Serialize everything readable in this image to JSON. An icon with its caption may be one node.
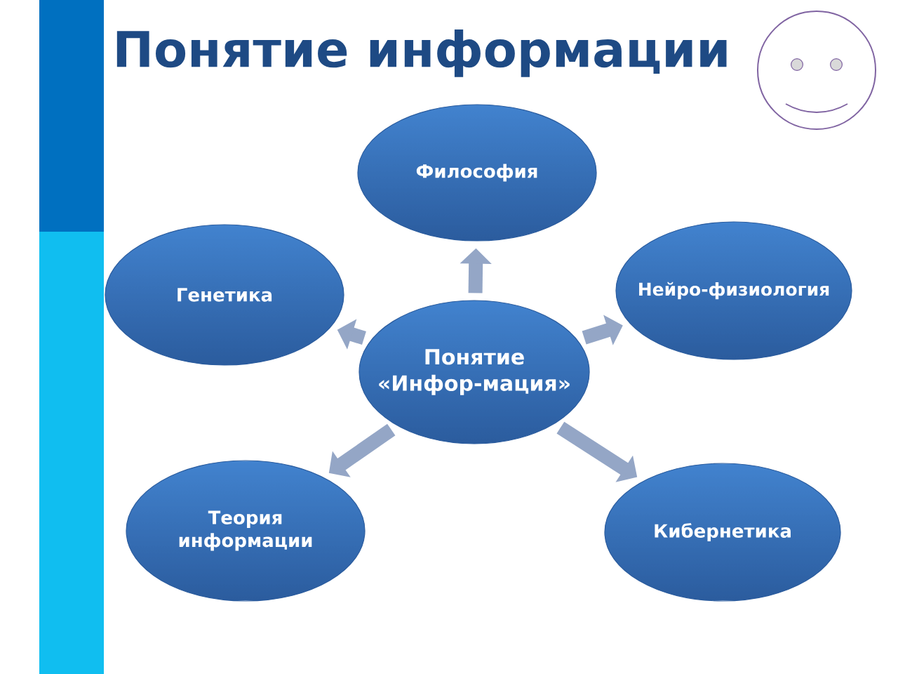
{
  "diagram": {
    "title": "Понятие информации",
    "nodes": [
      {
        "text": [
          "Философия"
        ]
      },
      {
        "text": [
          "Генетика"
        ]
      },
      {
        "text": [
          "Нейро-физиология"
        ]
      },
      {
        "text": [
          "Понятие «Инфор-мация»"
        ]
      },
      {
        "text": [
          "Теория информации"
        ]
      },
      {
        "text": [
          "Кибернетика"
        ]
      }
    ],
    "edges": [
      {
        "from": 3,
        "to": 0,
        "arrow": "to"
      },
      {
        "from": 3,
        "to": 1,
        "arrow": "to"
      },
      {
        "from": 3,
        "to": 2,
        "arrow": "to"
      },
      {
        "from": 3,
        "to": 4,
        "arrow": "to"
      },
      {
        "from": 3,
        "to": 5,
        "arrow": "to"
      }
    ]
  }
}
